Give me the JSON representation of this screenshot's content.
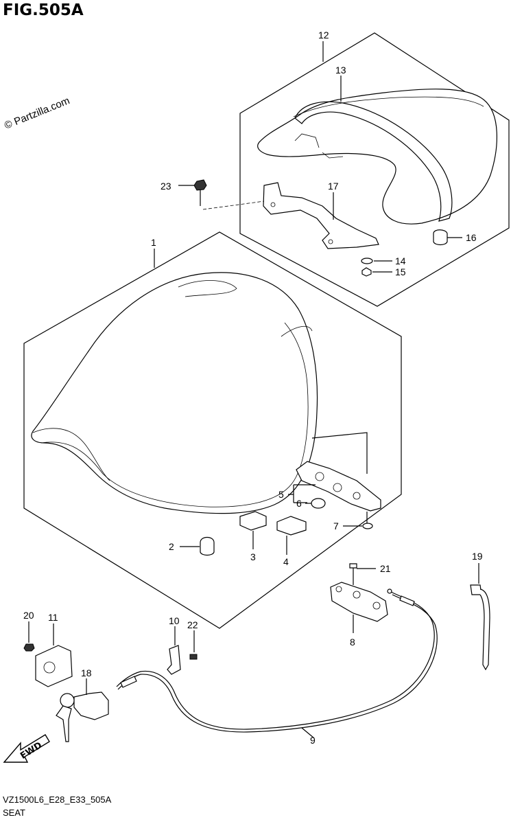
{
  "figure": {
    "title": "FIG.505A",
    "watermark": "© Partzilla.com",
    "model_code": "VZ1500L6_E28_E33_505A",
    "section_name": "SEAT",
    "fwd_label": "FWD"
  },
  "callouts": {
    "p1": "1",
    "p2": "2",
    "p3": "3",
    "p4": "4",
    "p5": "5",
    "p6": "6",
    "p7": "7",
    "p8": "8",
    "p9": "9",
    "p10": "10",
    "p11": "11",
    "p12": "12",
    "p13": "13",
    "p14": "14",
    "p15": "15",
    "p16": "16",
    "p17": "17",
    "p18": "18",
    "p19": "19",
    "p20": "20",
    "p21": "21",
    "p22": "22",
    "p23": "23"
  }
}
